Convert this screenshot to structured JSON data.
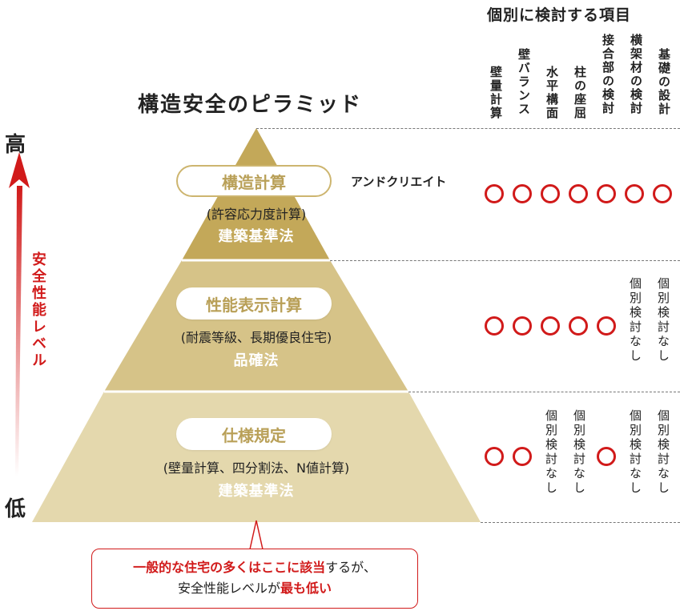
{
  "pyramid_title": "構造安全のピラミッド",
  "axis": {
    "high": "高",
    "low": "低",
    "label": "安全性能レベル"
  },
  "columns_header": "個別に検討する項目",
  "columns": [
    "壁量計算",
    "壁バランス",
    "水平構面",
    "柱の座屈",
    "接合部の検討",
    "横架材の検討",
    "基礎の設計"
  ],
  "company": "アンドクリエイト",
  "tiers": [
    {
      "name": "構造計算",
      "sub": "(許容応力度計算)",
      "law": "建築基準法",
      "checks": [
        true,
        true,
        true,
        true,
        true,
        true,
        true
      ]
    },
    {
      "name": "性能表示計算",
      "sub": "(耐震等級、長期優良住宅)",
      "law": "品確法",
      "checks": [
        true,
        true,
        true,
        true,
        true,
        false,
        false
      ]
    },
    {
      "name": "仕様規定",
      "sub": "(壁量計算、四分割法、N値計算)",
      "law": "建築基準法",
      "checks": [
        true,
        true,
        false,
        false,
        true,
        false,
        false
      ]
    }
  ],
  "not_checked_label": "個別検討なし",
  "callout": {
    "part1": "一般的な住宅の多くはここに該当",
    "part2": "するが、",
    "part3": "安全性能レベルが",
    "part4": "最も低い"
  },
  "colors": {
    "tier_top": "#c3a859",
    "tier_mid": "#d6c388",
    "tier_bottom": "#e4d8ad",
    "accent_red": "#d11a1a",
    "pill_text": "#b9a058"
  }
}
